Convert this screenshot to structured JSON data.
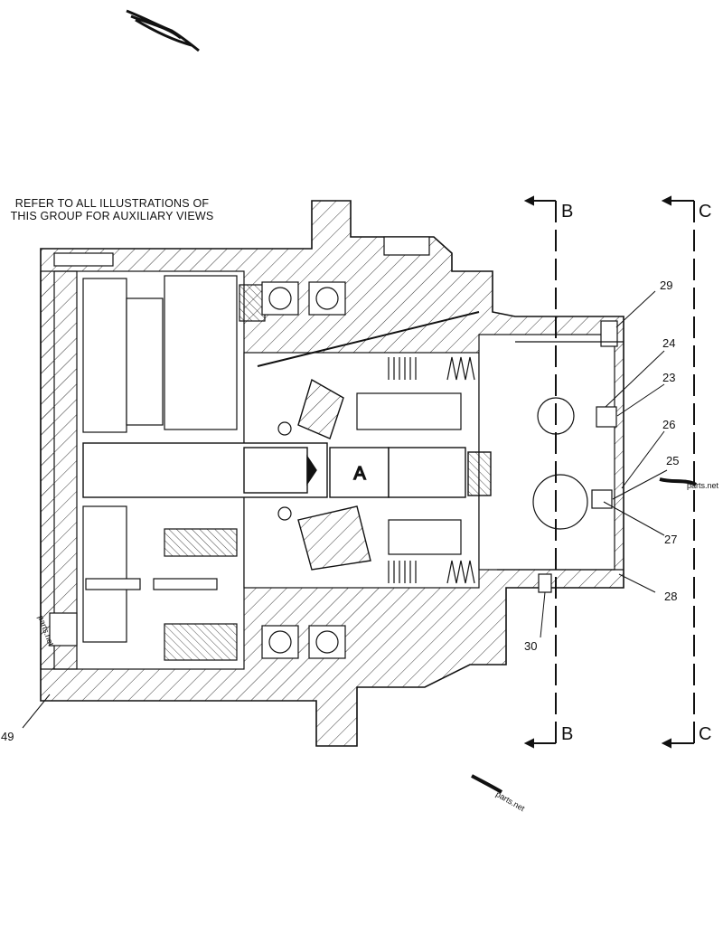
{
  "note": {
    "line1": "REFER TO ALL ILLUSTRATIONS OF",
    "line2": "THIS GROUP FOR AUXILIARY VIEWS"
  },
  "component_label": "A",
  "section_views": {
    "b_top": "B",
    "b_bottom": "B",
    "c_top": "C",
    "c_bottom": "C"
  },
  "callouts": {
    "c23": "23",
    "c24": "24",
    "c25": "25",
    "c26": "26",
    "c27": "27",
    "c28": "28",
    "c29": "29",
    "c30": "30",
    "c49": "49"
  },
  "watermarks": {
    "wm_right": "parts.net",
    "wm_bottom": "parts.net",
    "wm_left": "parts.net"
  },
  "colors": {
    "ink": "#111111",
    "background": "#ffffff"
  }
}
